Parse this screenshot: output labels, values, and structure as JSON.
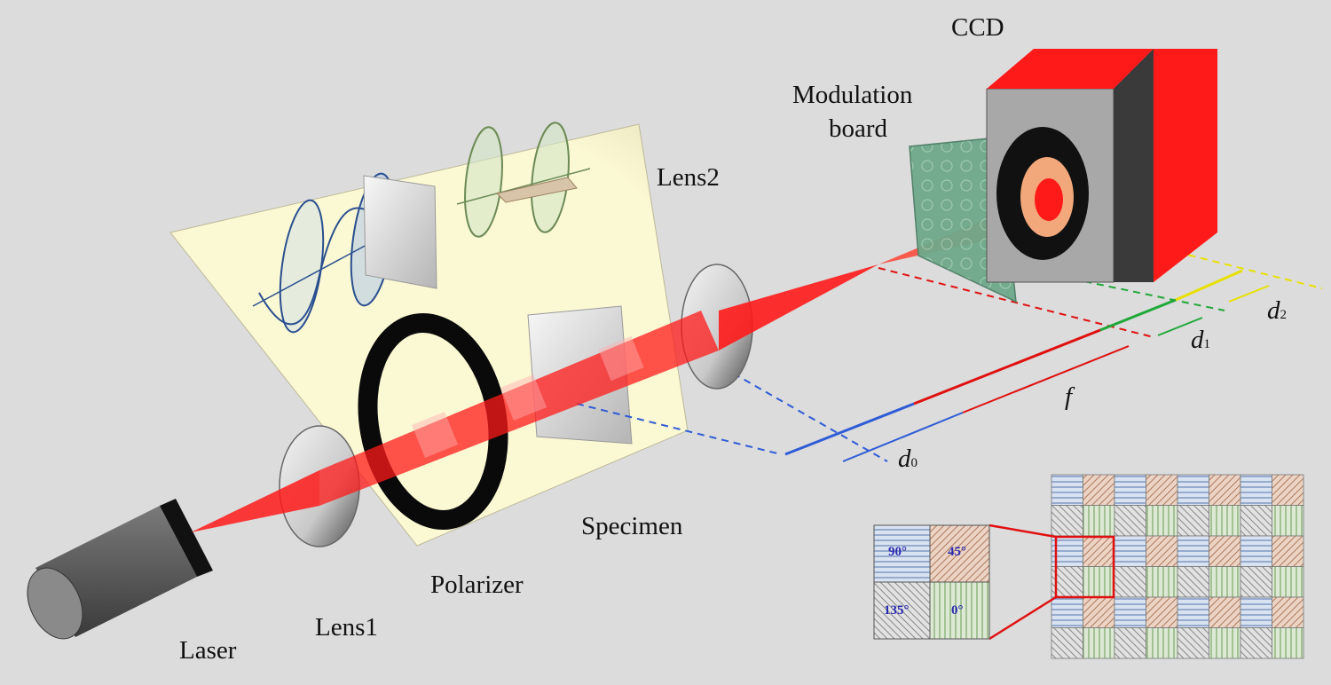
{
  "labels": {
    "ccd": "CCD",
    "modulation_line1": "Modulation",
    "modulation_line2": "board",
    "lens2": "Lens2",
    "specimen": "Specimen",
    "polarizer": "Polarizer",
    "lens1": "Lens1",
    "laser": "Laser"
  },
  "distances": {
    "d2": {
      "letter": "d",
      "sub": "2"
    },
    "d1": {
      "letter": "d",
      "sub": "1"
    },
    "f": {
      "letter": "f"
    },
    "d0": {
      "letter": "d",
      "sub": "0"
    }
  },
  "pixel_angles": {
    "top_left": "90°",
    "top_right": "45°",
    "bottom_left": "135°",
    "bottom_right": "0°"
  },
  "colors": {
    "background": "#dcdcdc",
    "beam": "#ff1a1a",
    "panel": "#fbf8d4",
    "ccd_body": "#ff1a1a",
    "d0_line": "#2f5bd6",
    "f_line": "#e01010",
    "d1_line": "#1fa83a",
    "d2_line": "#e8e000"
  }
}
